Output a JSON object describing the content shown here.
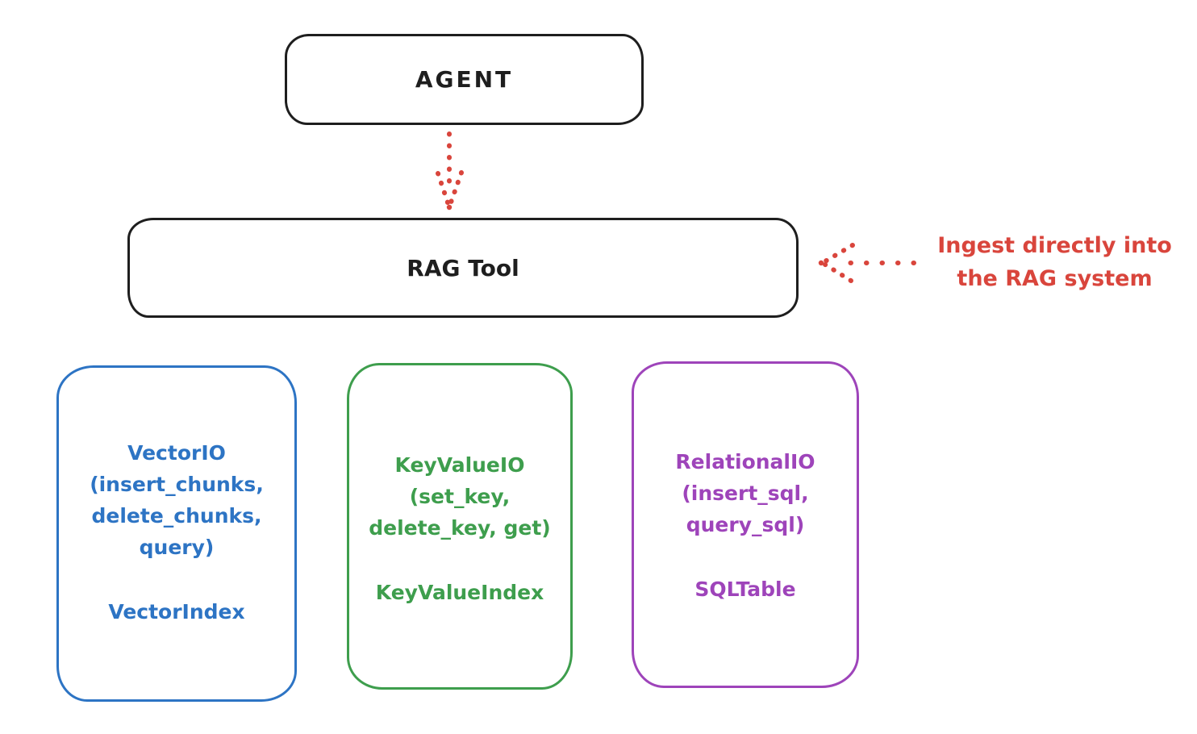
{
  "diagram": {
    "background_color": "#ffffff",
    "agent": {
      "label": "AGENT"
    },
    "rag_tool": {
      "label": "RAG Tool"
    },
    "annotation": {
      "lines": [
        "Ingest directly into",
        "the RAG system"
      ],
      "color": "#d9453c"
    },
    "arrows": {
      "agent_to_rag": {
        "icon": "dotted-arrow-down-icon",
        "style": "dotted",
        "direction": "down"
      },
      "annotation_to_rag": {
        "icon": "dotted-arrow-left-icon",
        "style": "dotted",
        "direction": "left"
      }
    },
    "storage_boxes": [
      {
        "id": "vector-io",
        "color": "#2d74c4",
        "lines": [
          "VectorIO",
          "(insert_chunks,",
          "delete_chunks,",
          "query)"
        ],
        "index_label": "VectorIndex"
      },
      {
        "id": "keyvalue-io",
        "color": "#3e9e4d",
        "lines": [
          "KeyValueIO",
          "(set_key,",
          "delete_key, get)"
        ],
        "index_label": "KeyValueIndex"
      },
      {
        "id": "relational-io",
        "color": "#9e44ba",
        "lines": [
          "RelationalIO",
          "(insert_sql,",
          "query_sql)"
        ],
        "index_label": "SQLTable"
      }
    ],
    "colors": {
      "red": "#d9453c",
      "blue": "#2d74c4",
      "green": "#3e9e4d",
      "purple": "#9e44ba",
      "stroke": "#1e1e1e"
    }
  }
}
